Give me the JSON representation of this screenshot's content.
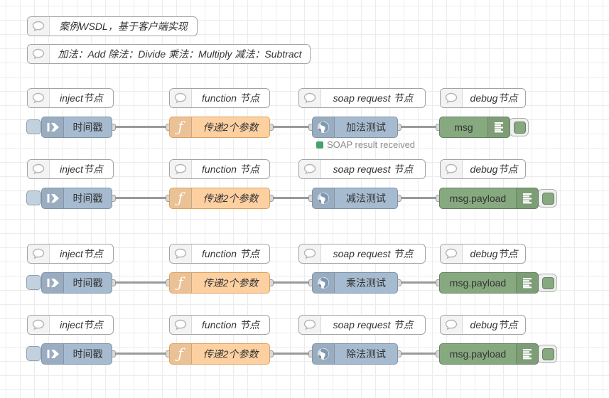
{
  "header_comments": [
    "案例WSDL，基于客户端实现",
    "加法：Add 除法：Divide 乘法：Multiply 减法：Subtract"
  ],
  "rows": [
    {
      "comments": [
        "inject节点",
        "function 节点",
        "soap request 节点",
        "debug节点"
      ],
      "inject": "时间戳",
      "function": "传递2个参数",
      "soap": "加法测试",
      "debug": "msg",
      "status": "SOAP result received"
    },
    {
      "comments": [
        "inject节点",
        "function 节点",
        "soap request 节点",
        "debug节点"
      ],
      "inject": "时间戳",
      "function": "传递2个参数",
      "soap": "减法测试",
      "debug": "msg.payload"
    },
    {
      "comments": [
        "inject节点",
        "function 节点",
        "soap request 节点",
        "debug节点"
      ],
      "inject": "时间戳",
      "function": "传递2个参数",
      "soap": "乘法测试",
      "debug": "msg.payload"
    },
    {
      "comments": [
        "inject节点",
        "function 节点",
        "soap request 节点",
        "debug节点"
      ],
      "inject": "时间戳",
      "function": "传递2个参数",
      "soap": "除法测试",
      "debug": "msg.payload"
    }
  ],
  "icons": {
    "comment": "speech-bubble",
    "inject": "arrow-right",
    "function": "ƒ",
    "soap": "globe",
    "debug": "list-lines"
  },
  "colors": {
    "inject_node": "#a6bbcf",
    "function_node": "#fdd0a2",
    "soap_node": "#a6bbcf",
    "debug_node": "#87a980",
    "status_green": "#47a06e",
    "wire": "#999999",
    "grid_line": "#ececec"
  }
}
